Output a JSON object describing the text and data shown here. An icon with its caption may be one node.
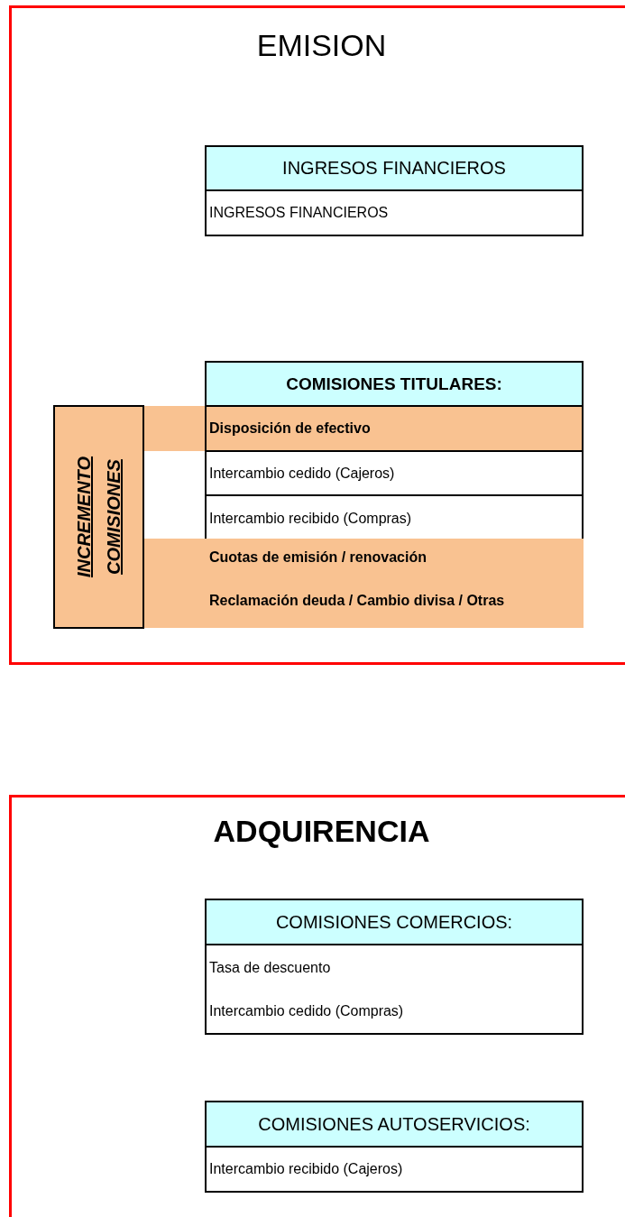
{
  "diagram": {
    "nodes": [
      {
        "text": [
          "EMISION"
        ]
      },
      {
        "text": [
          "INGRESOS FINANCIEROS",
          "INGRESOS FINANCIEROS"
        ],
        "in": 0
      },
      {
        "text": [
          "COMISIONES TITULARES:",
          "Disposición de efectivo",
          "Intercambio cedido (Cajeros)",
          "Intercambio recibido (Compras)"
        ],
        "in": 0
      },
      {
        "text": [
          "Cuotas de emisión / renovación",
          "Reclamación deuda / Cambio divisa / Otras"
        ],
        "in": 0
      },
      {
        "text": [
          "INCREMENTO COMISIONES"
        ],
        "in": 0
      },
      {
        "text": [
          "ADQUIRENCIA"
        ]
      },
      {
        "text": [
          "COMISIONES COMERCIOS:",
          "Tasa de descuento",
          "Intercambio cedido (Compras)"
        ],
        "in": 5
      },
      {
        "text": [
          "COMISIONES AUTOSERVICIOS:",
          "Intercambio recibido (Cajeros)"
        ],
        "in": 5
      }
    ],
    "edges": []
  }
}
